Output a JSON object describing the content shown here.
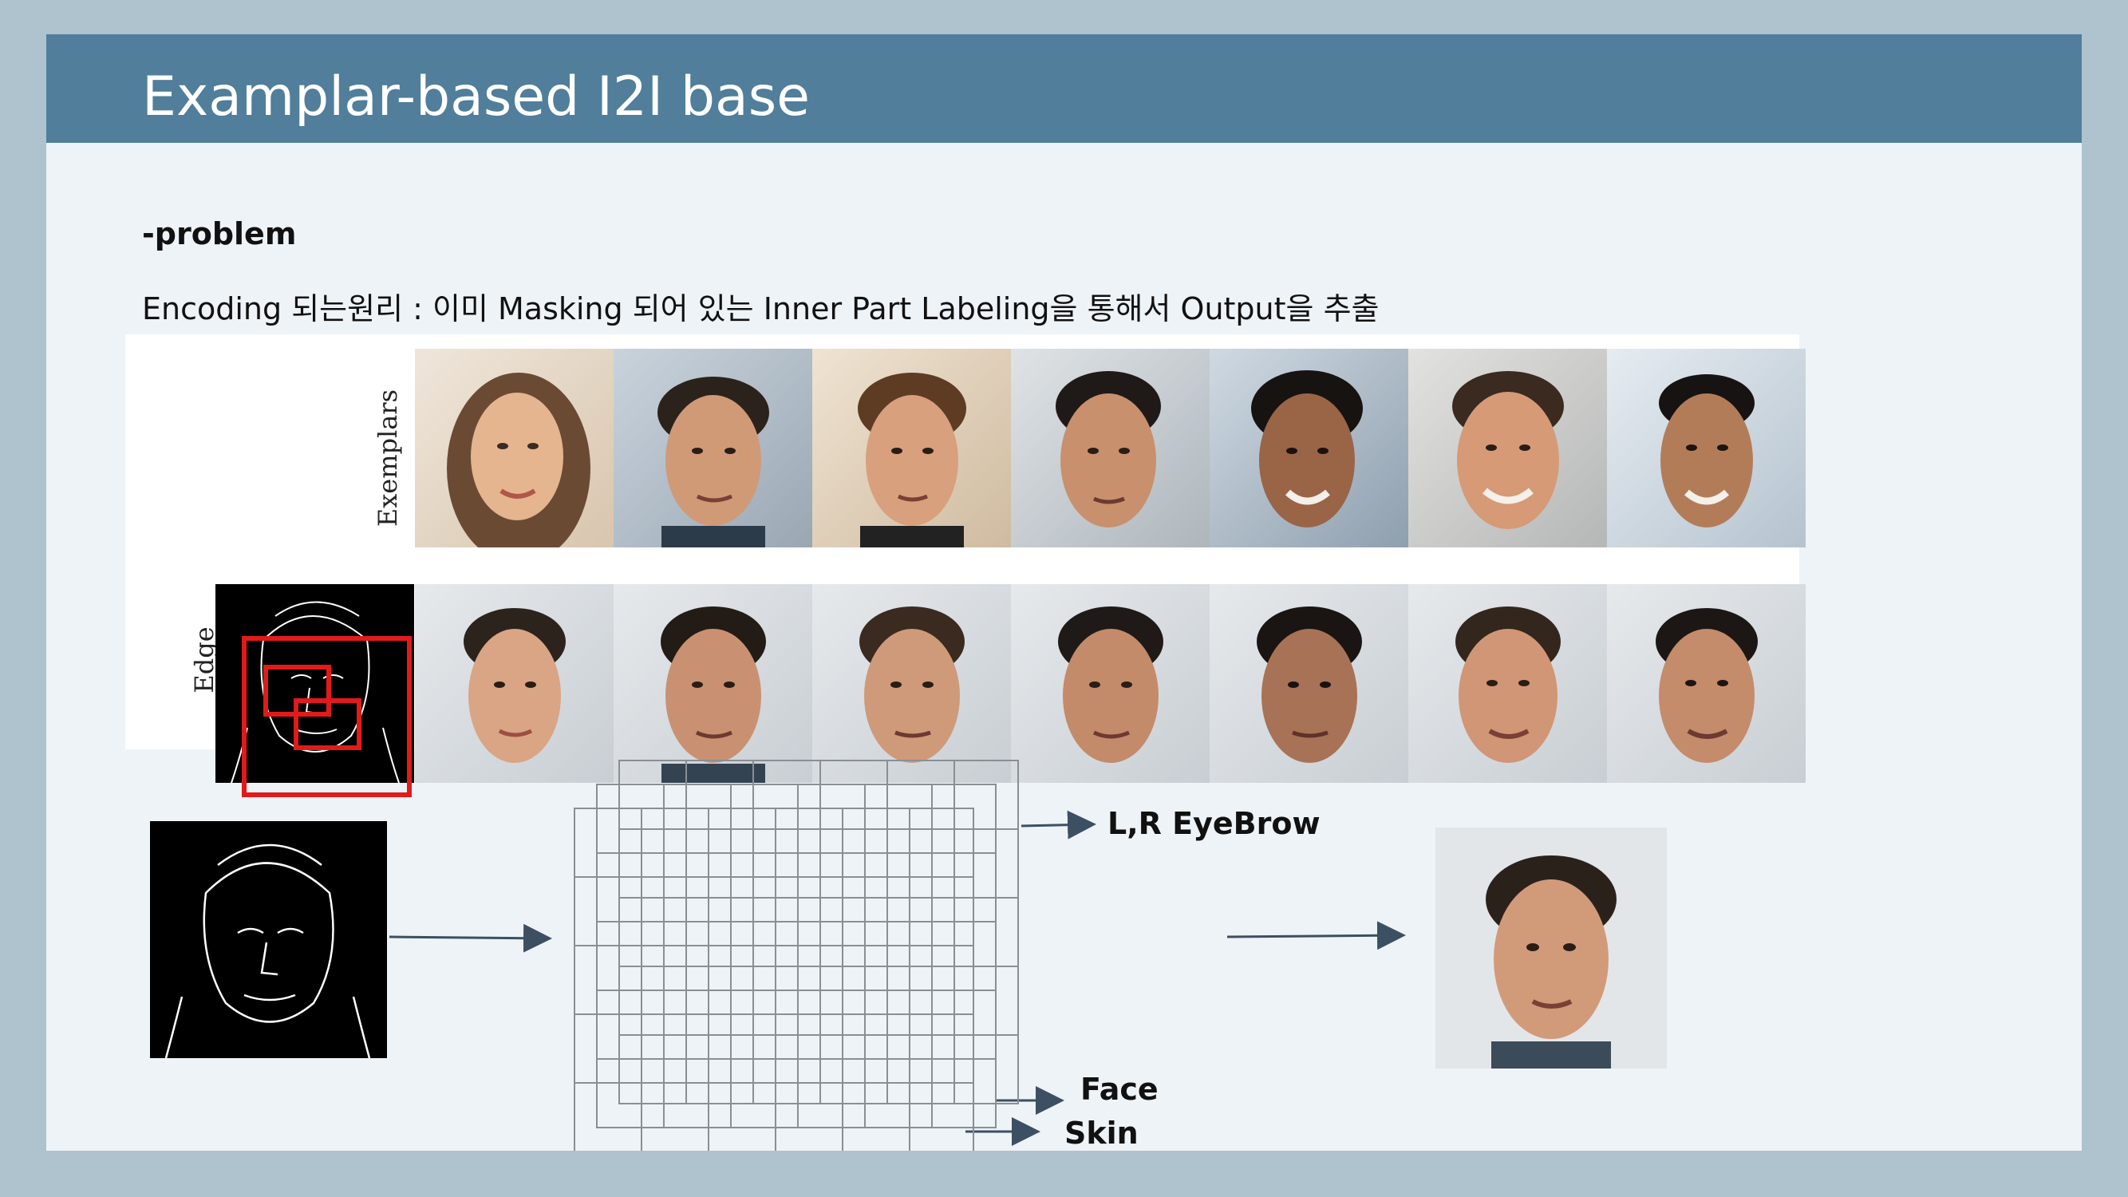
{
  "slide": {
    "title": "Examplar-based I2I base",
    "problem_heading": "-problem",
    "encoding_line": "Encoding 되는원리 : 이미 Masking 되어 있는 Inner Part Labeling을 통해서 Output을 추출"
  },
  "figure": {
    "row_labels": {
      "exemplars": "Exemplars",
      "edge": "Edge"
    },
    "exemplar_count": 7,
    "output_count": 7,
    "colors": {
      "highlight_box": "#e11a1a",
      "header": "#507e9b"
    }
  },
  "diagram": {
    "labels": {
      "eyebrow": "L,R EyeBrow",
      "face": "Face",
      "skin": "Skin"
    }
  }
}
